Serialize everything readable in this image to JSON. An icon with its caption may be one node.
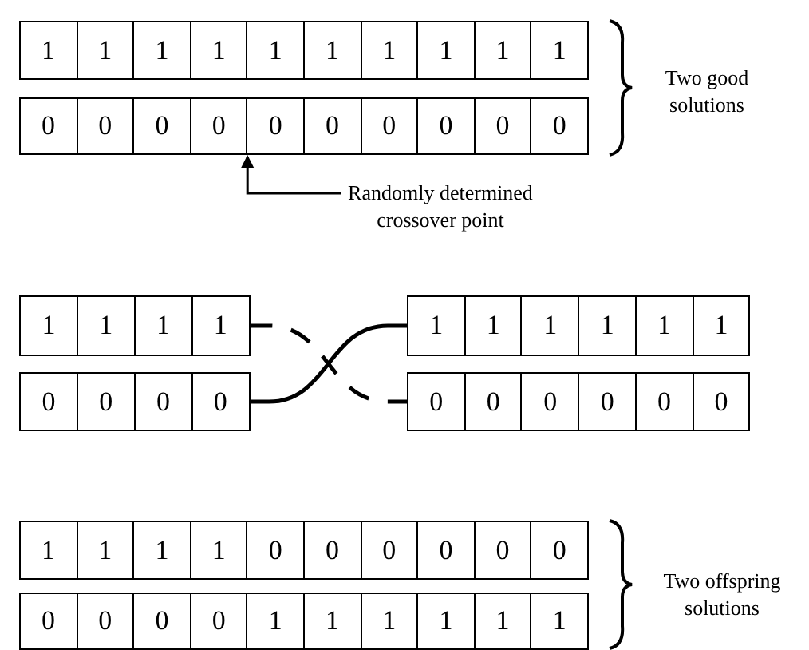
{
  "diagram": {
    "nodes": [
      {
        "text": [
          "1",
          "1",
          "1",
          "1",
          "1",
          "1",
          "1",
          "1",
          "1",
          "1"
        ]
      },
      {
        "text": [
          "0",
          "0",
          "0",
          "0",
          "0",
          "0",
          "0",
          "0",
          "0",
          "0"
        ]
      },
      {
        "text": [
          "Randomly determined crossover point"
        ]
      },
      {
        "text": [
          "1",
          "1",
          "1",
          "1"
        ]
      },
      {
        "text": [
          "0",
          "0",
          "0",
          "0"
        ]
      },
      {
        "text": [
          "1",
          "1",
          "1",
          "1",
          "1",
          "1"
        ]
      },
      {
        "text": [
          "0",
          "0",
          "0",
          "0",
          "0",
          "0"
        ]
      },
      {
        "text": [
          "1",
          "1",
          "1",
          "1",
          "0",
          "0",
          "0",
          "0",
          "0",
          "0"
        ]
      },
      {
        "text": [
          "0",
          "0",
          "0",
          "0",
          "1",
          "1",
          "1",
          "1",
          "1",
          "1"
        ]
      }
    ],
    "edges": [
      {
        "from": 2,
        "to": 1,
        "arrow": "to"
      },
      {
        "from": 3,
        "to": 6,
        "arrow": "none",
        "style": "dashed"
      },
      {
        "from": 4,
        "to": 5,
        "arrow": "none"
      }
    ],
    "labels": [
      "Two good solutions",
      "Two offspring solutions"
    ]
  }
}
